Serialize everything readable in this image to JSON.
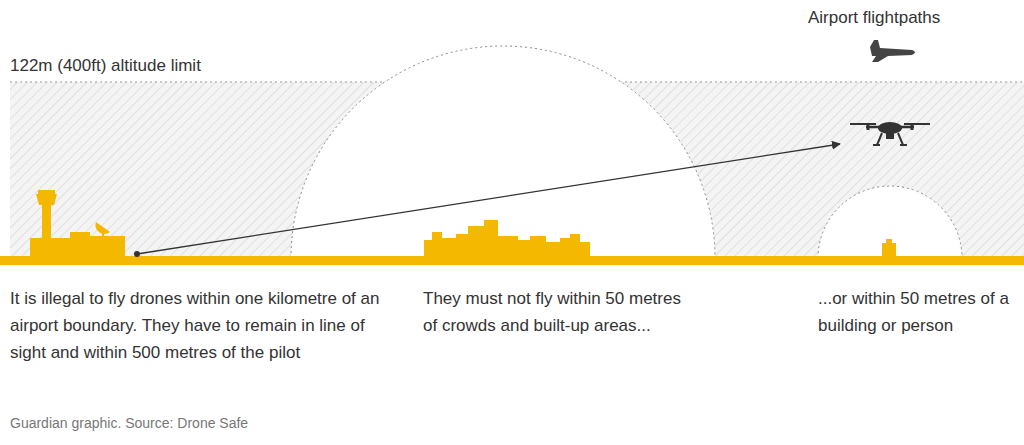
{
  "diagram": {
    "caption": "Guardian graphic. Source: Drone Safe",
    "labels": [
      "122m (400ft) altitude limit",
      "Airport flightpaths",
      "It is illegal to fly drones within one kilometre of an airport boundary. They have to remain in line of sight and within 500 metres of the pilot",
      "They must not fly within 50 metres of crowds and built-up areas...",
      "...or within 50 metres of a building or person"
    ]
  }
}
